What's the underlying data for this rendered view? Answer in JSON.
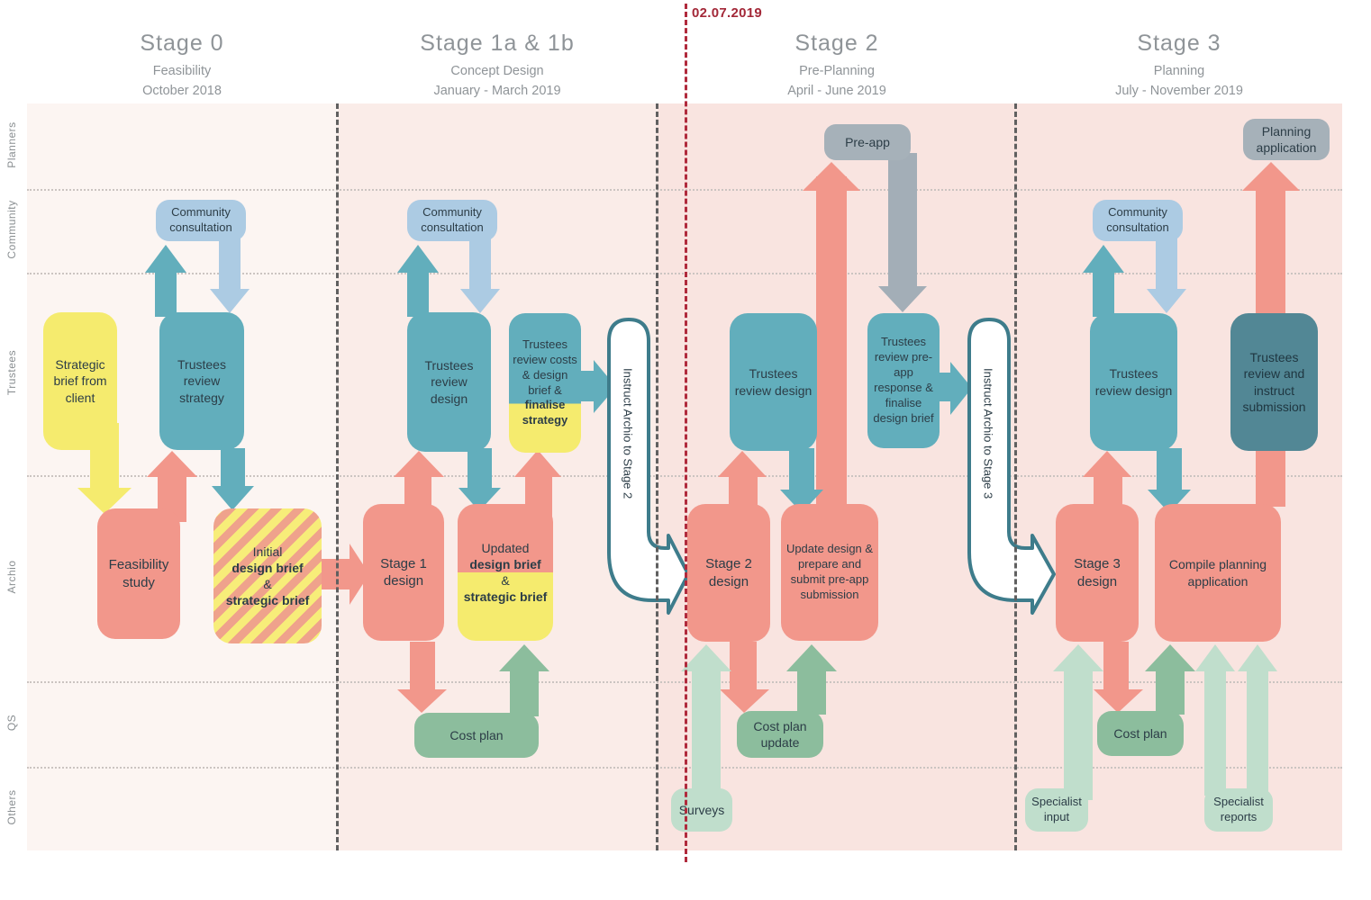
{
  "date_marker": "02.07.2019",
  "stages": [
    {
      "title": "Stage 0",
      "subtitle": "Feasibility",
      "dates": "October 2018"
    },
    {
      "title": "Stage 1a & 1b",
      "subtitle": "Concept Design",
      "dates": "January - March 2019"
    },
    {
      "title": "Stage 2",
      "subtitle": "Pre-Planning",
      "dates": "April - June 2019"
    },
    {
      "title": "Stage 3",
      "subtitle": "Planning",
      "dates": "July - November 2019"
    }
  ],
  "rows": [
    "Planners",
    "Community",
    "Trustees",
    "Archio",
    "QS",
    "Others"
  ],
  "boxes": {
    "strategic_brief": "Strategic brief from client",
    "community_consultation": "Community consultation",
    "trustees_review_strategy": "Trustees review strategy",
    "feasibility_study": "Feasibility study",
    "initial_brief": {
      "line1": "Initial",
      "line2": "design brief",
      "line3": "&",
      "line4": "strategic brief"
    },
    "stage1_design": "Stage 1 design",
    "trustees_review_design": "Trustees review design",
    "updated_brief": {
      "line1": "Updated",
      "line2": "design brief",
      "line3": "&",
      "line4": "strategic brief"
    },
    "trustees_costs": {
      "normal": "Trustees review costs & design brief &",
      "bold": "finalise strategy"
    },
    "cost_plan": "Cost plan",
    "instruct_stage2": "Instruct Archio to Stage 2",
    "stage2_design": "Stage 2 design",
    "update_design": "Update design & prepare and submit pre-app submission",
    "pre_app": "Pre-app",
    "trustees_preapp": "Trustees review pre-app response & finalise design brief",
    "cost_plan_update": "Cost plan update",
    "surveys": "Surveys",
    "instruct_stage3": "Instruct Archio to Stage 3",
    "stage3_design": "Stage 3 design",
    "compile_planning": "Compile planning application",
    "trustees_instruct": "Trustees review and instruct submission",
    "planning_application": "Planning application",
    "specialist_input": "Specialist input",
    "specialist_reports": "Specialist reports"
  },
  "colors": {
    "salmon": "#F2978B",
    "teal": "#62AEBC",
    "dark_teal": "#528795",
    "light_blue": "#ACCBE3",
    "grey": "#A6B1B9",
    "yellow": "#F5EB6E",
    "green": "#8CBD9D",
    "light_green": "#C0DECC",
    "stripe_yellow": "#F7ED79",
    "stripe_salmon": "#EFA28C",
    "date_line_red": "#B02A3C",
    "tube_outline": "#3E7C8B"
  }
}
